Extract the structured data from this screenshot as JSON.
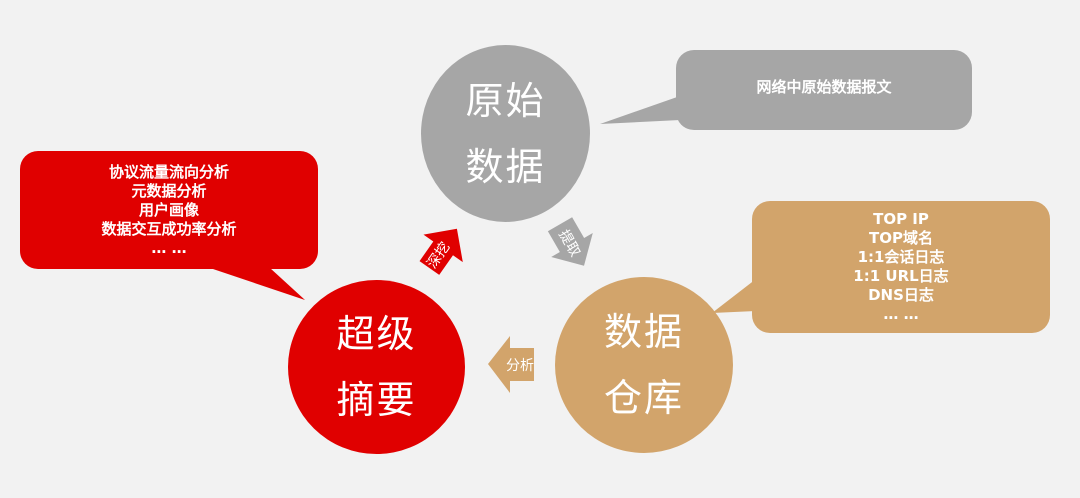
{
  "colors": {
    "background": "#f2f2f2",
    "red": "#e00000",
    "gray": "#a6a6a6",
    "tan": "#d2a46b"
  },
  "nodes": {
    "raw_data": {
      "lines": [
        "原始",
        "数据"
      ]
    },
    "data_warehouse": {
      "lines": [
        "数据",
        "仓库"
      ]
    },
    "super_summary": {
      "lines": [
        "超级",
        "摘要"
      ]
    }
  },
  "callouts": {
    "raw_data": {
      "lines": [
        "网络中原始数据报文"
      ]
    },
    "data_warehouse": {
      "lines": [
        "TOP IP",
        "TOP域名",
        "1:1会话日志",
        "1:1 URL日志",
        "DNS日志",
        "… …"
      ]
    },
    "super_summary": {
      "lines": [
        "协议流量流向分析",
        "元数据分析",
        "用户画像",
        "数据交互成功率分析",
        "… …"
      ]
    }
  },
  "arrows": {
    "extract": "提取",
    "analyze": "分析",
    "mine": "深挖"
  }
}
